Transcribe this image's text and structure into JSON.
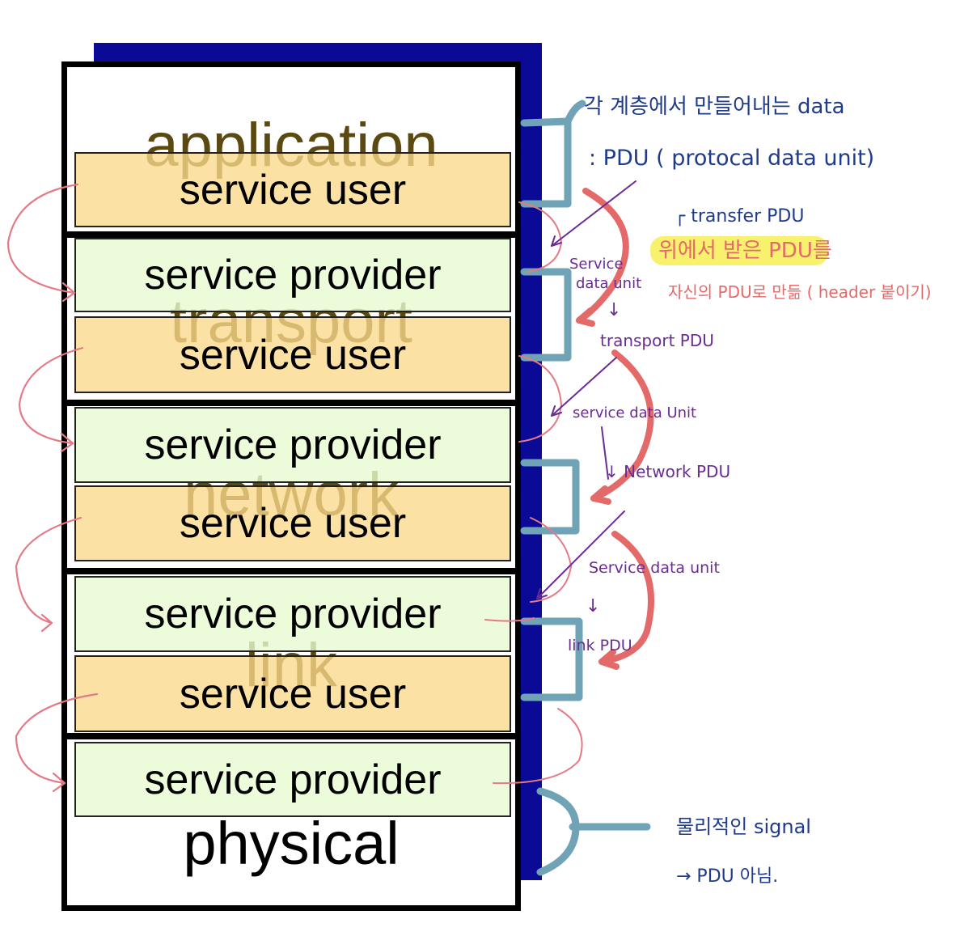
{
  "layers": [
    {
      "name": "application",
      "color": "#5a4a12"
    },
    {
      "name": "transport",
      "color": "#5a4a12"
    },
    {
      "name": "network",
      "color": "#5a4a12"
    },
    {
      "name": "link",
      "color": "#5a4a12"
    },
    {
      "name": "physical",
      "color": "#000000"
    }
  ],
  "boxes": {
    "user": "service user",
    "provider": "service provider"
  },
  "notes": {
    "header1": "각 계층에서 만들어내는 data",
    "header2": ": PDU ( protocal data unit)",
    "transfer": "┌ transfer PDU",
    "highlight": "위에서 받은 PDU를",
    "make_own": "자신의 PDU로 만듦 ( header 붙이기)",
    "sdu1_a": "Service",
    "sdu1_b": "data unit",
    "arrow1": "↓",
    "transport_pdu": "transport PDU",
    "sdu2": "service data Unit",
    "network_pdu": "↓ Network PDU",
    "sdu3": "Service data unit",
    "arrow3": "↓",
    "link_pdu": "link PDU",
    "physical_signal": "물리적인 signal",
    "not_pdu": "→ PDU 아님."
  },
  "colors": {
    "ink_blue": "#1f3b8c",
    "ink_purple": "#6b2c91",
    "ink_red": "#e46a6a",
    "ink_teal": "#6fa3b5",
    "highlight": "#f6ee55",
    "shadow": "#0a0a96"
  }
}
